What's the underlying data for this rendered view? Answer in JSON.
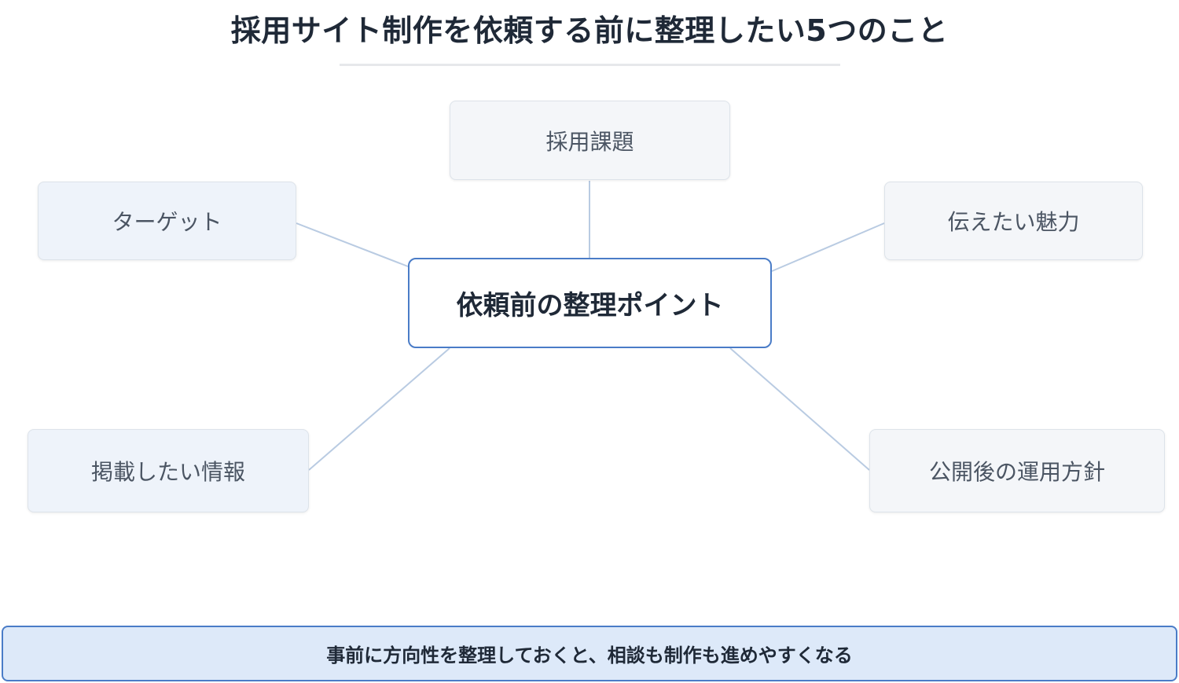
{
  "title": "採用サイト制作を依頼する前に整理したい5つのこと",
  "center_node": {
    "label": "依頼前の整理ポイント"
  },
  "nodes": {
    "recruitment_issue": {
      "label": "採用課題"
    },
    "target": {
      "label": "ターゲット"
    },
    "appeal": {
      "label": "伝えたい魅力"
    },
    "content": {
      "label": "掲載したい情報"
    },
    "operation": {
      "label": "公開後の運用方針"
    }
  },
  "footer": {
    "text": "事前に方向性を整理しておくと、相談も制作も進めやすくなる"
  },
  "colors": {
    "accent": "#4a7cc7",
    "connector": "#b9cbe2",
    "node_tint": "#eef3fa",
    "footer_bg": "#dde9f9"
  }
}
